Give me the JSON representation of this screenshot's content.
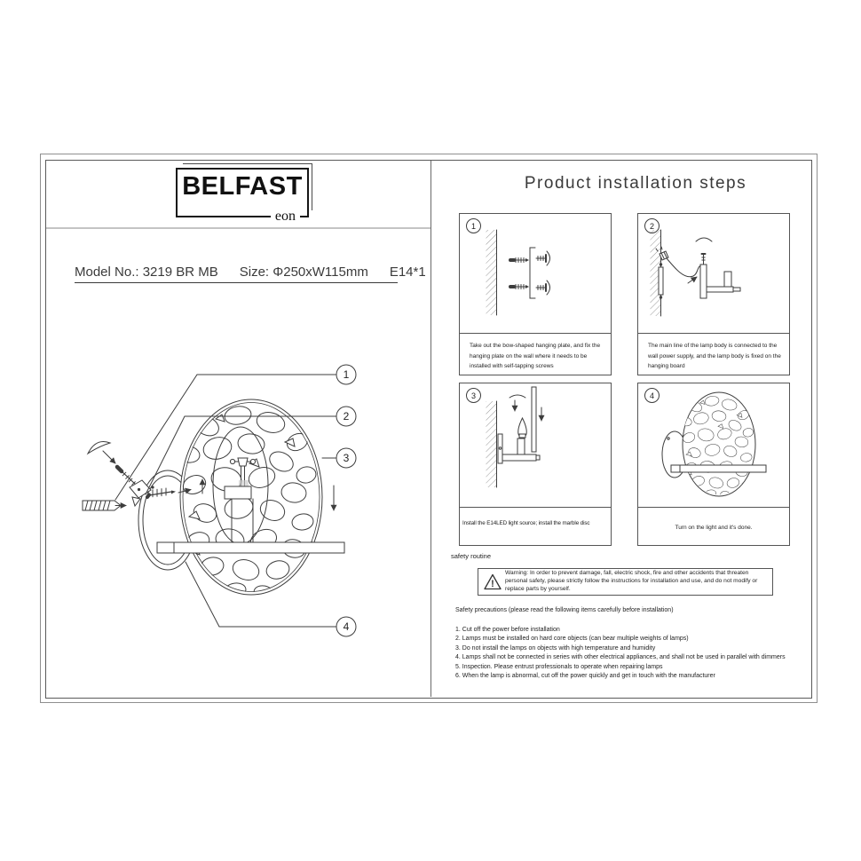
{
  "brand": {
    "name": "BELFAST",
    "sub": "eon"
  },
  "product": {
    "model_label": "Model No.:  3219 BR MB",
    "size_label": "Size: Φ250xW115mm",
    "lamp_label": "E14*1"
  },
  "diagram": {
    "callouts": [
      "1",
      "2",
      "3",
      "4"
    ]
  },
  "steps_title": "Product installation steps",
  "steps": [
    {
      "num": "1",
      "caption": "Take out the bow-shaped hanging plate, and fix the hanging plate on the wall where it needs to be installed with self-tapping screws"
    },
    {
      "num": "2",
      "caption": "The main line of the lamp body is connected to the wall power supply, and the lamp body is fixed on the hanging board"
    },
    {
      "num": "3",
      "caption": "Install the E14LED light source; install the marble disc"
    },
    {
      "num": "4",
      "caption": "Turn on the light and it's done."
    }
  ],
  "safety": {
    "routine_label": "safety routine",
    "warning": "Warning: In order to prevent damage, fall, electric shock, fire and other accidents that threaten personal safety, please strictly follow the instructions for installation and use, and do not modify or replace parts by yourself.",
    "precautions_label": "Safety precautions (please read the following items carefully before installation)",
    "items": [
      "1. Cut off the power before installation",
      "2. Lamps must be installed on hard core objects (can bear multiple weights of lamps)",
      "3. Do not install the lamps on objects with high temperature and humidity",
      "4. Lamps shall not be connected in series with other electrical appliances, and shall not be used in parallel with dimmers",
      "5. Inspection. Please entrust professionals to operate when repairing lamps",
      "6. When the lamp is abnormal, cut off the power quickly and get in touch with the manufacturer"
    ]
  }
}
